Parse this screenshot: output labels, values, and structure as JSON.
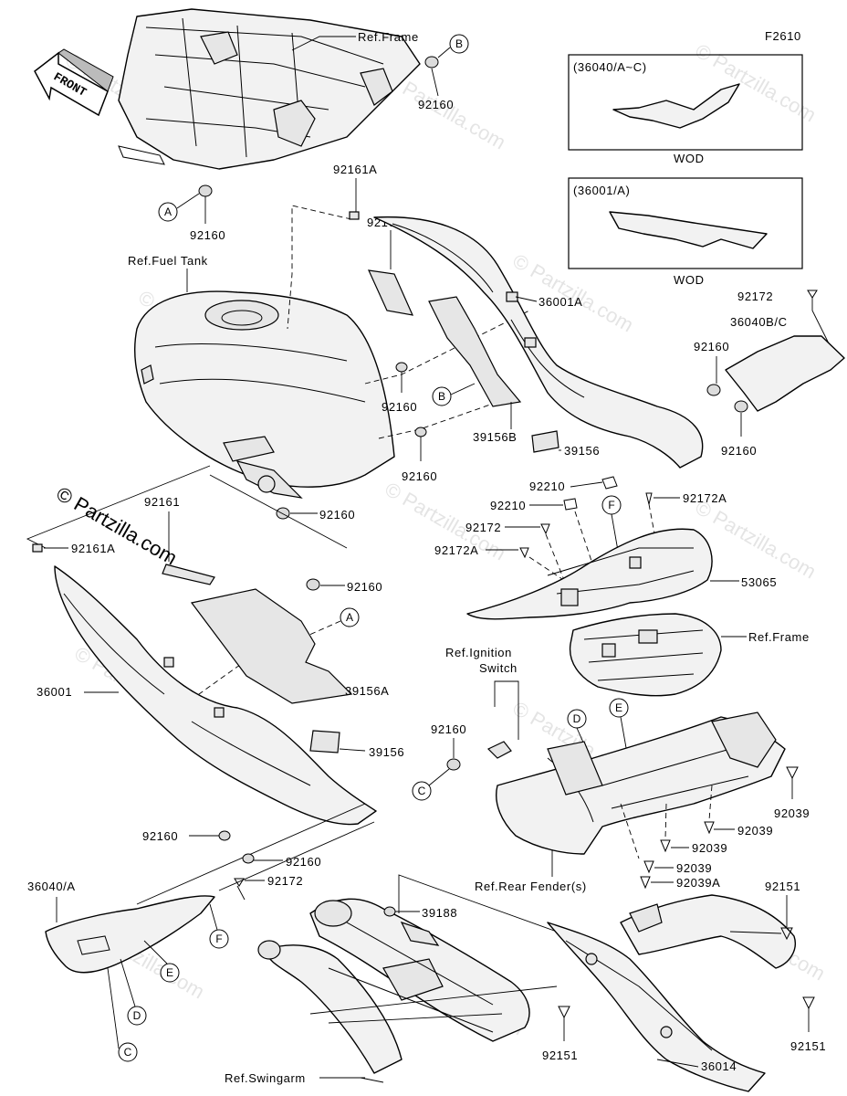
{
  "figure_code": "F2610",
  "front_label": "FRONT",
  "copyright": "© Partzilla.com",
  "watermark": "© Partzilla.com",
  "callout_letters": {
    "A": "A",
    "B": "B",
    "C": "C",
    "D": "D",
    "E": "E",
    "F": "F"
  },
  "inset_boxes": {
    "upper": {
      "ref": "(36040/A~C)",
      "caption": "WOD"
    },
    "lower": {
      "ref": "(36001/A)",
      "caption": "WOD"
    }
  },
  "refs": {
    "frame_top": "Ref.Frame",
    "fuel_tank": "Ref.Fuel Tank",
    "frame_mid": "Ref.Frame",
    "ignition_line1": "Ref.Ignition",
    "ignition_line2": "Switch",
    "rear_fender": "Ref.Rear Fender(s)",
    "swingarm": "Ref.Swingarm"
  },
  "part_labels": {
    "p92160_top": "92160",
    "p92160_a": "92160",
    "p92161a_top": "92161A",
    "p92161_top": "92161",
    "p36001a": "36001A",
    "p92172_r": "92172",
    "p36040bc": "36040B/C",
    "p92160_r1": "92160",
    "p92160_c1": "92160",
    "p92160_r2": "92160",
    "p39156b": "39156B",
    "p39156_r": "39156",
    "p92160_c2": "92160",
    "p92160_tank": "92160",
    "p92161_l": "92161",
    "p92161a_l": "92161A",
    "p92160_l1": "92160",
    "p92210_1": "92210",
    "p92172a_1": "92172A",
    "p92210_2": "92210",
    "p92172_m": "92172",
    "p92172a_2": "92172A",
    "p53065": "53065",
    "p36001": "36001",
    "p39156a": "39156A",
    "p39156_l": "39156",
    "p92160_ign": "92160",
    "p92039_1": "92039",
    "p92039_2": "92039",
    "p92039_3": "92039",
    "p92039_4": "92039",
    "p92039a": "92039A",
    "p92160_l2": "92160",
    "p92160_l3": "92160",
    "p36040a": "36040/A",
    "p92172_l": "92172",
    "p39188": "39188",
    "p92151_1": "92151",
    "p92151_2": "92151",
    "p92151_3": "92151",
    "p36014": "36014"
  }
}
